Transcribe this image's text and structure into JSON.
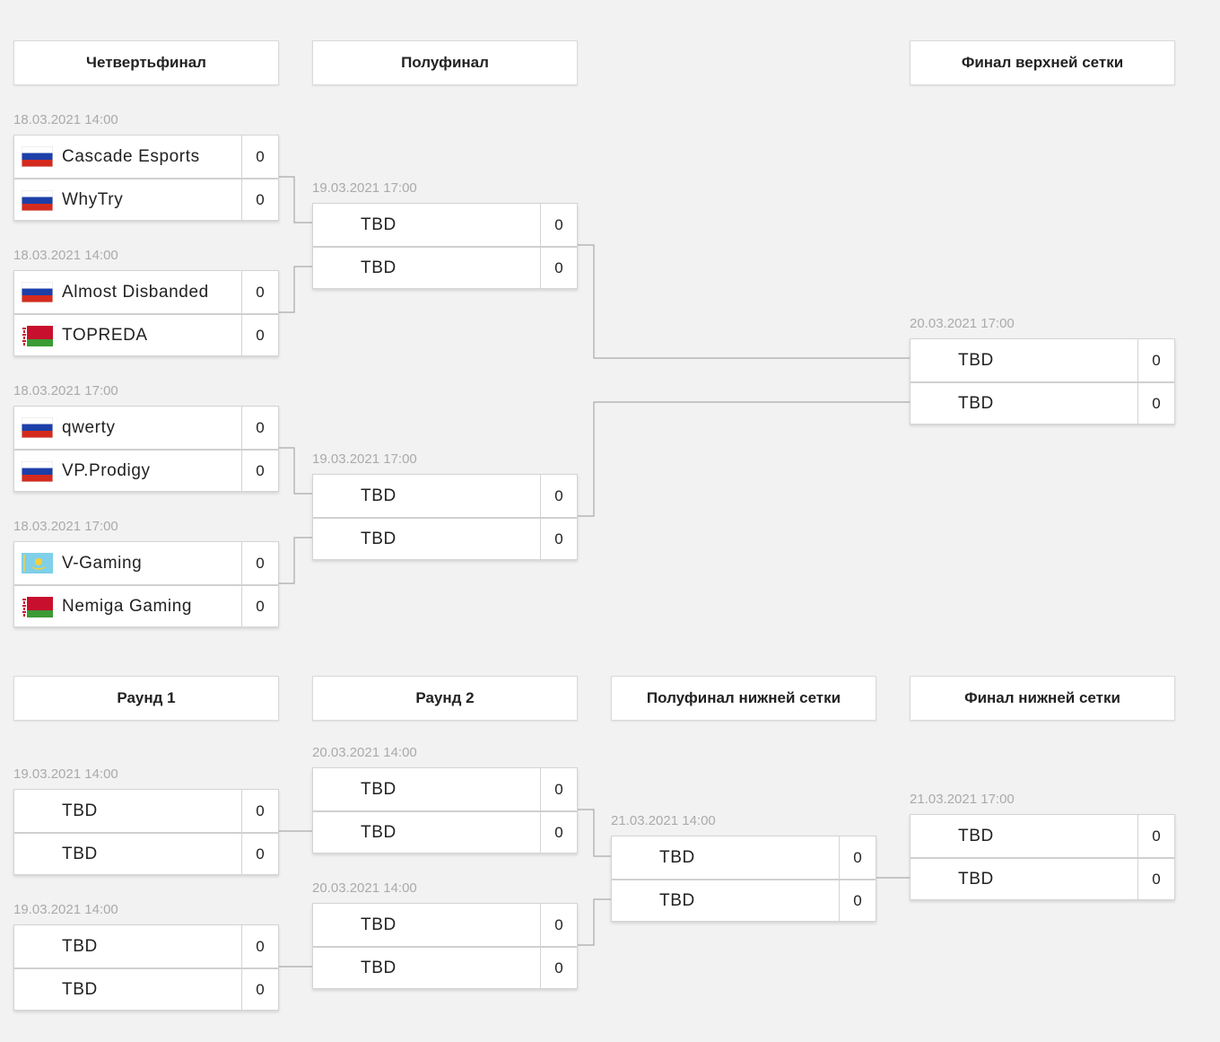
{
  "upper": {
    "headers": [
      "Четвертьфинал",
      "Полуфинал",
      "Финал верхней сетки"
    ],
    "quarterfinals": [
      {
        "date": "18.03.2021 14:00",
        "teams": [
          {
            "name": "Cascade Esports",
            "flag": "russia-flag-icon",
            "score": "0"
          },
          {
            "name": "WhyTry",
            "flag": "russia-flag-icon",
            "score": "0"
          }
        ]
      },
      {
        "date": "18.03.2021 14:00",
        "teams": [
          {
            "name": "Almost Disbanded",
            "flag": "russia-flag-icon",
            "score": "0"
          },
          {
            "name": "TOPREDA",
            "flag": "belarus-flag-icon",
            "score": "0"
          }
        ]
      },
      {
        "date": "18.03.2021 17:00",
        "teams": [
          {
            "name": "qwerty",
            "flag": "russia-flag-icon",
            "score": "0"
          },
          {
            "name": "VP.Prodigy",
            "flag": "russia-flag-icon",
            "score": "0"
          }
        ]
      },
      {
        "date": "18.03.2021 17:00",
        "teams": [
          {
            "name": "V-Gaming",
            "flag": "kazakhstan-flag-icon",
            "score": "0"
          },
          {
            "name": "Nemiga Gaming",
            "flag": "belarus-flag-icon",
            "score": "0"
          }
        ]
      }
    ],
    "semifinals": [
      {
        "date": "19.03.2021 17:00",
        "teams": [
          {
            "name": "TBD",
            "score": "0"
          },
          {
            "name": "TBD",
            "score": "0"
          }
        ]
      },
      {
        "date": "19.03.2021 17:00",
        "teams": [
          {
            "name": "TBD",
            "score": "0"
          },
          {
            "name": "TBD",
            "score": "0"
          }
        ]
      }
    ],
    "final": [
      {
        "date": "20.03.2021 17:00",
        "teams": [
          {
            "name": "TBD",
            "score": "0"
          },
          {
            "name": "TBD",
            "score": "0"
          }
        ]
      }
    ]
  },
  "lower": {
    "headers": [
      "Раунд 1",
      "Раунд 2",
      "Полуфинал нижней сетки",
      "Финал нижней сетки"
    ],
    "round1": [
      {
        "date": "19.03.2021 14:00",
        "teams": [
          {
            "name": "TBD",
            "score": "0"
          },
          {
            "name": "TBD",
            "score": "0"
          }
        ]
      },
      {
        "date": "19.03.2021 14:00",
        "teams": [
          {
            "name": "TBD",
            "score": "0"
          },
          {
            "name": "TBD",
            "score": "0"
          }
        ]
      }
    ],
    "round2": [
      {
        "date": "20.03.2021 14:00",
        "teams": [
          {
            "name": "TBD",
            "score": "0"
          },
          {
            "name": "TBD",
            "score": "0"
          }
        ]
      },
      {
        "date": "20.03.2021 14:00",
        "teams": [
          {
            "name": "TBD",
            "score": "0"
          },
          {
            "name": "TBD",
            "score": "0"
          }
        ]
      }
    ],
    "semifinal": [
      {
        "date": "21.03.2021 14:00",
        "teams": [
          {
            "name": "TBD",
            "score": "0"
          },
          {
            "name": "TBD",
            "score": "0"
          }
        ]
      }
    ],
    "final": [
      {
        "date": "21.03.2021 17:00",
        "teams": [
          {
            "name": "TBD",
            "score": "0"
          },
          {
            "name": "TBD",
            "score": "0"
          }
        ]
      }
    ]
  }
}
